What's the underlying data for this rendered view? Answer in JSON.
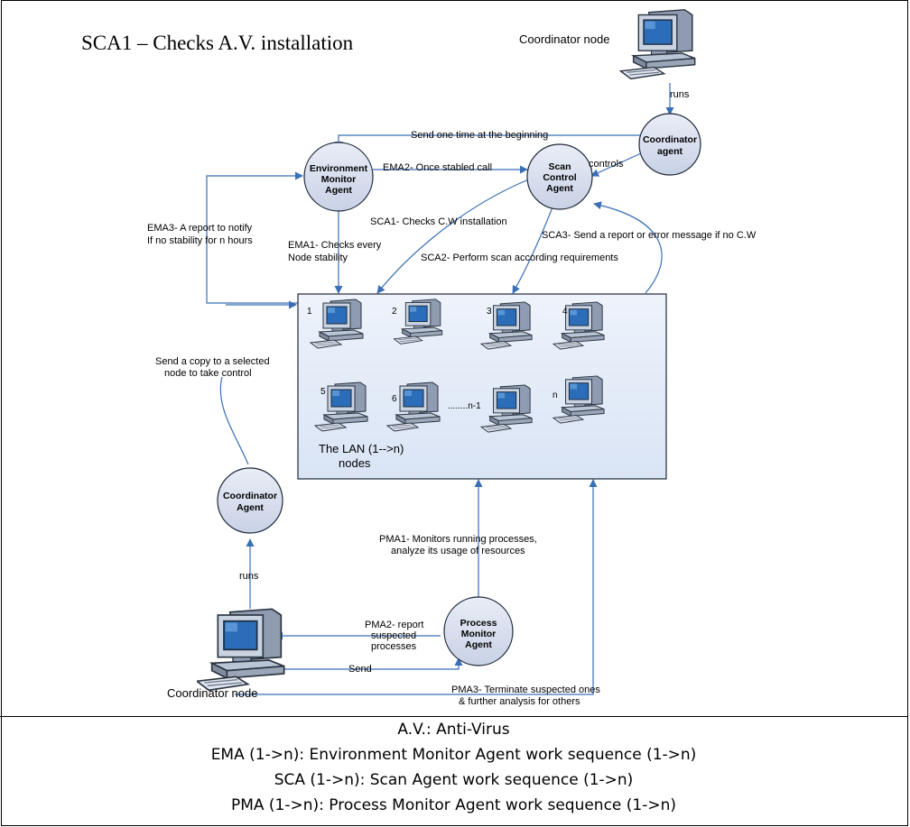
{
  "title": "SCA1 – Checks A.V. installation",
  "nodes": {
    "coordinator_top": "Coordinator node",
    "coordinator_bottom": "Coordinator node"
  },
  "agents": {
    "coordinator_agent_top": [
      "Coordinator",
      "agent"
    ],
    "environment_monitor": [
      "Environment",
      "Monitor",
      "Agent"
    ],
    "scan_control": [
      "Scan",
      "Control",
      "Agent"
    ],
    "coordinator_agent_bottom": [
      "Coordinator",
      "Agent"
    ],
    "process_monitor": [
      "Process",
      "Monitor",
      "Agent"
    ]
  },
  "edges": {
    "runs_top": "runs",
    "send_one_time": "Send one time at the beginning",
    "controls": "controls",
    "ema2": "EMA2- Once stabled call",
    "ema3": [
      "EMA3- A report to notify",
      "If no stability for n hours"
    ],
    "ema1": [
      "EMA1- Checks every",
      "Node stability"
    ],
    "sca1": "SCA1- Checks C.W installation",
    "sca3": "SCA3- Send a report or error message if no C.W",
    "sca2": "SCA2- Perform scan according requirements",
    "send_copy": [
      "Send a copy to a selected",
      "node to take control"
    ],
    "runs_bottom": "runs",
    "pma1": [
      "PMA1- Monitors running processes,",
      "analyze its usage of resources"
    ],
    "pma2": [
      "PMA2- report",
      "suspected",
      "processes"
    ],
    "send": "Send",
    "pma3": [
      "PMA3- Terminate suspected ones",
      "& further analysis for others"
    ]
  },
  "lan": {
    "caption": [
      "The LAN (1-->n)",
      "nodes"
    ],
    "node_labels": [
      "1",
      "2",
      "3",
      "4",
      "5",
      "6",
      "n",
      "........n-1"
    ]
  },
  "legend": [
    "A.V.: Anti-Virus",
    "EMA (1->n): Environment Monitor Agent work sequence (1->n)",
    "SCA (1->n): Scan Agent work sequence (1->n)",
    "PMA (1->n): Process Monitor Agent work sequence (1->n)"
  ]
}
